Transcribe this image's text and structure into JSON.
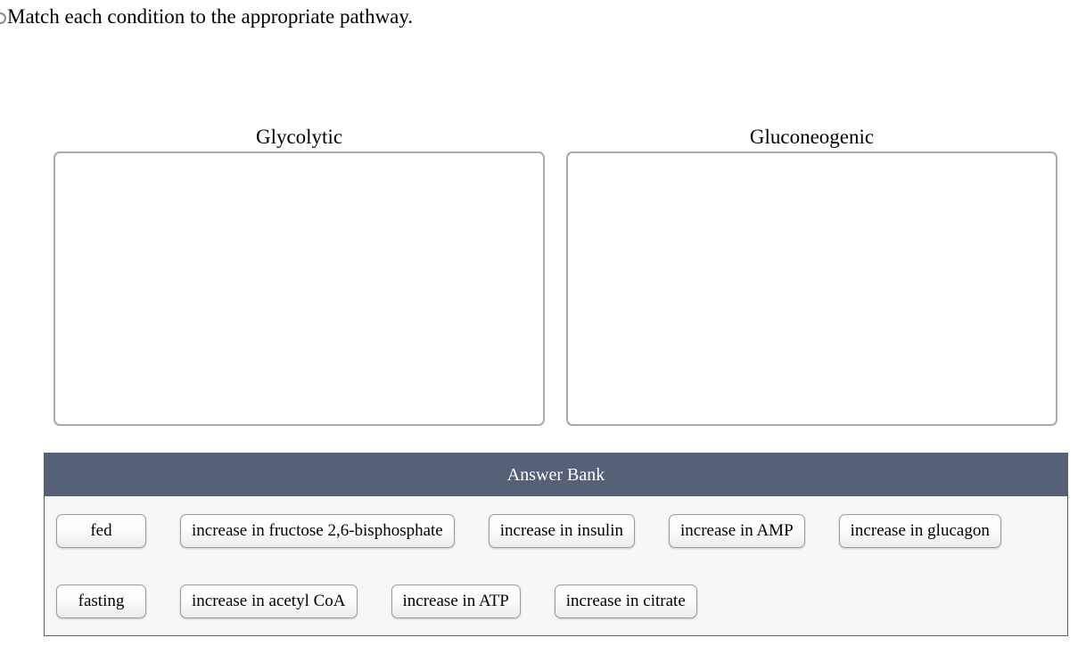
{
  "page": {
    "title": "Match each condition to the appropriate pathway."
  },
  "bins": [
    {
      "label": "Glycolytic"
    },
    {
      "label": "Gluconeogenic"
    }
  ],
  "answer_bank": {
    "title": "Answer Bank",
    "rows": [
      [
        "fed",
        "increase in fructose 2,6-bisphosphate",
        "increase in insulin",
        "increase in AMP",
        "increase in glucagon"
      ],
      [
        "fasting",
        "increase in acetyl CoA",
        "increase in ATP",
        "increase in citrate"
      ]
    ]
  },
  "colors": {
    "bank_header_bg": "#566077",
    "bank_header_text": "#ffffff",
    "bank_body_bg": "#f7f7f8",
    "bank_border": "#566077",
    "dropzone_border": "#a9a9a9",
    "chip_border": "#9b9b9b",
    "chip_bg_top": "#ffffff",
    "chip_bg_bottom": "#ececee"
  }
}
